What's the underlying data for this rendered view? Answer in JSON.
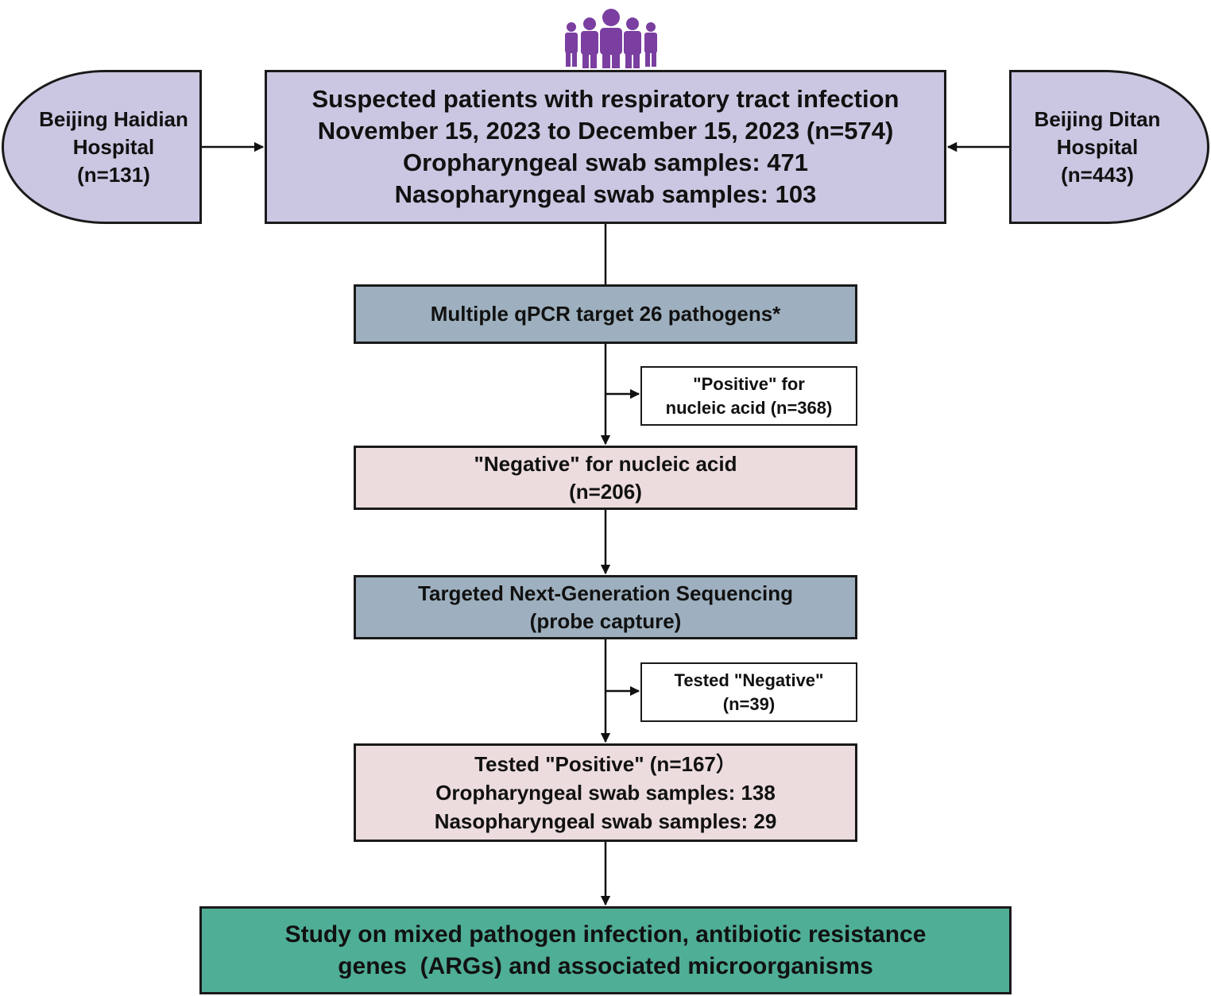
{
  "icon": "people-group-icon",
  "colors": {
    "lavender": "#cbc7e2",
    "steel_blue": "#9eb0bf",
    "light_pink": "#ecdcdd",
    "teal": "#4fae96",
    "icon_purple": "#7a3fa0"
  },
  "sources": {
    "left": {
      "lines": [
        "Beijing Haidian",
        "Hospital",
        "(n=131)"
      ]
    },
    "right": {
      "lines": [
        "Beijing Ditan",
        "Hospital",
        "(n=443)"
      ]
    }
  },
  "main": {
    "lines": [
      "Suspected patients with respiratory tract infection",
      "November 15, 2023 to December 15, 2023 (n=574)",
      "Oropharyngeal swab samples: 471",
      "Nasopharyngeal swab samples: 103"
    ]
  },
  "qpcr": {
    "lines": [
      "Multiple qPCR target 26 pathogens*"
    ]
  },
  "positive_excluded": {
    "lines": [
      "\"Positive\" for",
      "nucleic acid (n=368)"
    ]
  },
  "negative": {
    "lines": [
      "\"Negative\" for nucleic acid",
      "(n=206)"
    ]
  },
  "tngs": {
    "lines": [
      "Targeted Next-Generation Sequencing",
      "(probe capture)"
    ]
  },
  "tested_negative": {
    "lines": [
      "Tested \"Negative\"",
      "(n=39)"
    ]
  },
  "tested_positive": {
    "lines": [
      "Tested \"Positive\" (n=167）",
      "Oropharyngeal swab samples: 138",
      "Nasopharyngeal swab samples: 29"
    ]
  },
  "study": {
    "lines": [
      "Study on mixed pathogen infection, antibiotic resistance",
      "genes  (ARGs) and associated microorganisms"
    ]
  }
}
